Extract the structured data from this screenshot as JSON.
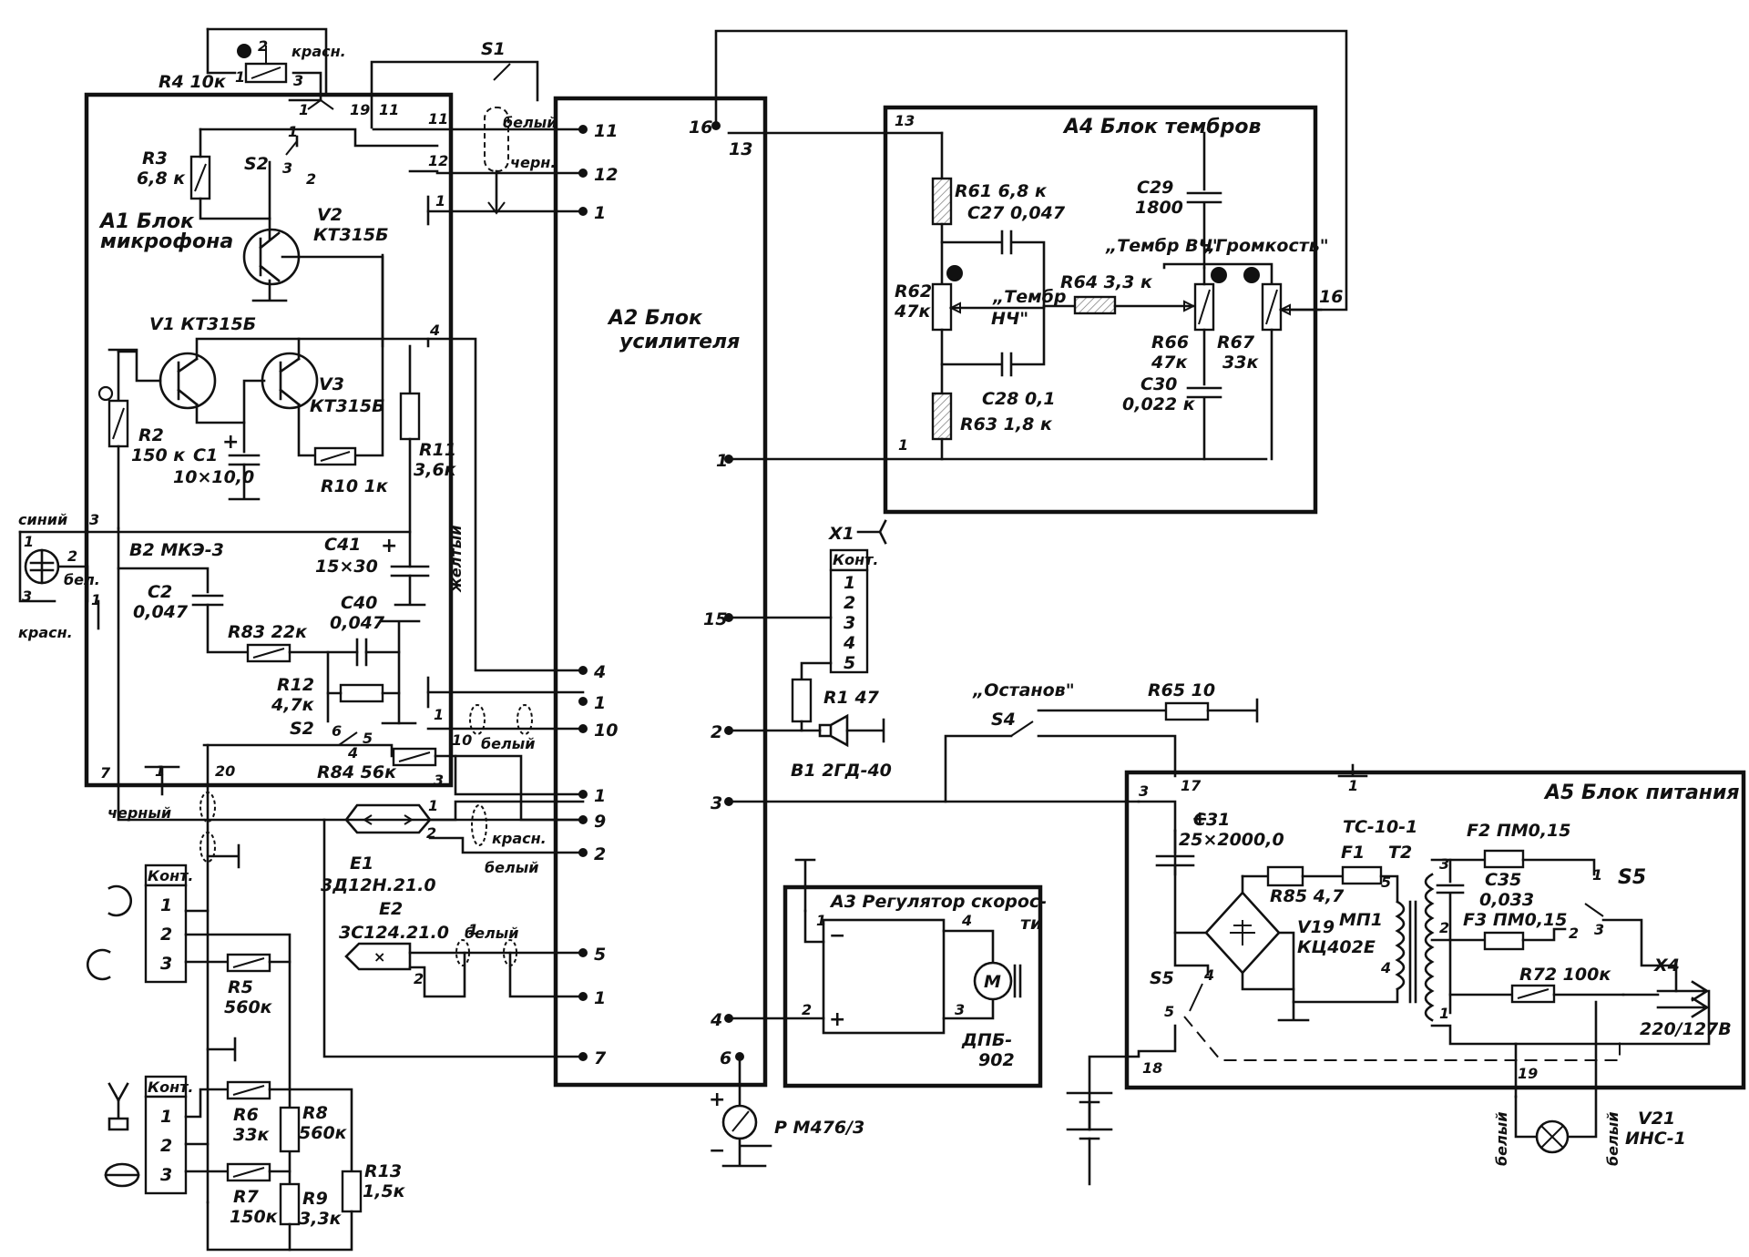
{
  "blocks": {
    "a1": {
      "title": "A1  Блок",
      "subtitle": "микрофона"
    },
    "a2": {
      "title": "A2  Блок",
      "subtitle": "усилителя"
    },
    "a3": {
      "title": "A3 Регулятор  скорос-",
      "subtitle": "ти"
    },
    "a4": {
      "title": "A4  Блок  тембров"
    },
    "a5": {
      "title": "A5  Блок  питания"
    }
  },
  "components": {
    "r4": "R4  10к",
    "r3": "R3",
    "r3v": "6,8 к",
    "v2": "V2",
    "v2t": "КТ315Б",
    "v1": "V1  КТ315Б",
    "v3": "V3",
    "v3t": "КТ315Б",
    "r2": "R2",
    "r2v": "150 к",
    "c1": "C1",
    "c1v": "10×10,0",
    "r10": "R10  1к",
    "r11": "R11",
    "r11v": "3,6к",
    "c41": "C41",
    "c41v": "15×30",
    "b2": "B2  МКЭ-3",
    "c2": "C2",
    "c2v": "0,047",
    "r83": "R83  22к",
    "c40": "C40",
    "c40v": "0,047",
    "r12": "R12",
    "r12v": "4,7к",
    "r84": "R84  56к",
    "e1": "E1",
    "e1t": "3Д12Н.21.0",
    "e2": "E2",
    "e2t": "3С124.21.0",
    "r5": "R5",
    "r5v": "560к",
    "r6": "R6",
    "r6v": "33к",
    "r7": "R7",
    "r7v": "150к",
    "r8": "R8",
    "r8v": "560к",
    "r9": "R9",
    "r9v": "3,3к",
    "r13": "R13",
    "r13v": "1,5к",
    "r61": "R61  6,8 к",
    "c27": "C27  0,047",
    "r62": "R62",
    "r62v": "47к",
    "r64": "R64  3,3 к",
    "c28": "C28  0,1",
    "r63": "R63  1,8 к",
    "c29": "C29",
    "c29v": "1800",
    "r66": "R66",
    "r66v": "47к",
    "r67": "R67",
    "r67v": "33к",
    "c30": "C30",
    "c30v": "0,022 к",
    "x1": "X1",
    "r1": "R1 47",
    "b1": "B1  2ГД-40",
    "s4": "S4",
    "r65": "R65  10",
    "c31": "C31",
    "c31v": "25×2000,0",
    "r85": "R85  4,7",
    "f1": "F1",
    "f1t": "МП1",
    "t2": "T2",
    "t2t": "ТС-10-1",
    "v19": "V19",
    "v19t": "КЦ402Е",
    "f2": "F2  ПМ0,15",
    "c35": "C35",
    "c35v": "0,033",
    "f3": "F3  ПМ0,15",
    "r72": "R72  100к",
    "x4": "X4",
    "mains": "220/127В",
    "s5": "S5",
    "v21": "V21",
    "v21t": "ИНС-1",
    "motor": "М",
    "motor_t": "ДПБ-",
    "motor_t2": "902",
    "meter": "Р  М476/3",
    "s1": "S1",
    "s2": "S2",
    "s2b": "S2",
    "s5b": "S5"
  },
  "wire_labels": {
    "krasn_top": "красн.",
    "bely_top": "белый",
    "chern_top": "черн.",
    "siniy": "синий",
    "krasn_left": "красн.",
    "bel_short": "бел.",
    "zhelty": "желтый",
    "bely_10": "белый",
    "cherny": "черный",
    "krasn_e1": "красн.",
    "bely_e1": "белый",
    "bely_e2": "белый",
    "bely_v21a": "белый",
    "bely_v21b": "белый"
  },
  "function_labels": {
    "timbre_lf_a": "„Тембр",
    "timbre_lf_b": "НЧ\"",
    "timbre_hf": "„Тембр ВЧ\"",
    "volume": "„Громкость\"",
    "stop": "„Останов\""
  },
  "tables": {
    "kont_label": "Конт.",
    "x1_rows": [
      "1",
      "2",
      "3",
      "4",
      "5"
    ],
    "jack_rows": [
      "1",
      "2",
      "3"
    ],
    "radio_rows": [
      "1",
      "2",
      "3"
    ]
  },
  "pins": {
    "a2_left": [
      "11",
      "12",
      "1",
      "4",
      "1",
      "10",
      "1",
      "9",
      "2",
      "5",
      "1",
      "7"
    ],
    "a2_right": [
      "16",
      "13",
      "1",
      "15",
      "2",
      "3",
      "4",
      "6"
    ],
    "a1_misc": [
      "1",
      "19",
      "11",
      "11",
      "12",
      "1",
      "4",
      "3",
      "1",
      "7",
      "20",
      "1",
      "6",
      "5",
      "4",
      "10",
      "3",
      "1",
      "2",
      "2",
      "2",
      "2",
      "3",
      "1",
      "2",
      "3"
    ],
    "a4": [
      "13",
      "1",
      "16"
    ],
    "a5": [
      "3",
      "17",
      "1",
      "18",
      "19",
      "5",
      "4",
      "3",
      "2",
      "1",
      "1",
      "2",
      "3",
      "5",
      "4",
      "1",
      "2",
      "3",
      "4",
      "5"
    ],
    "a3": [
      "1",
      "4",
      "2",
      "3"
    ]
  },
  "signs": {
    "plus": "+",
    "minus": "−"
  }
}
